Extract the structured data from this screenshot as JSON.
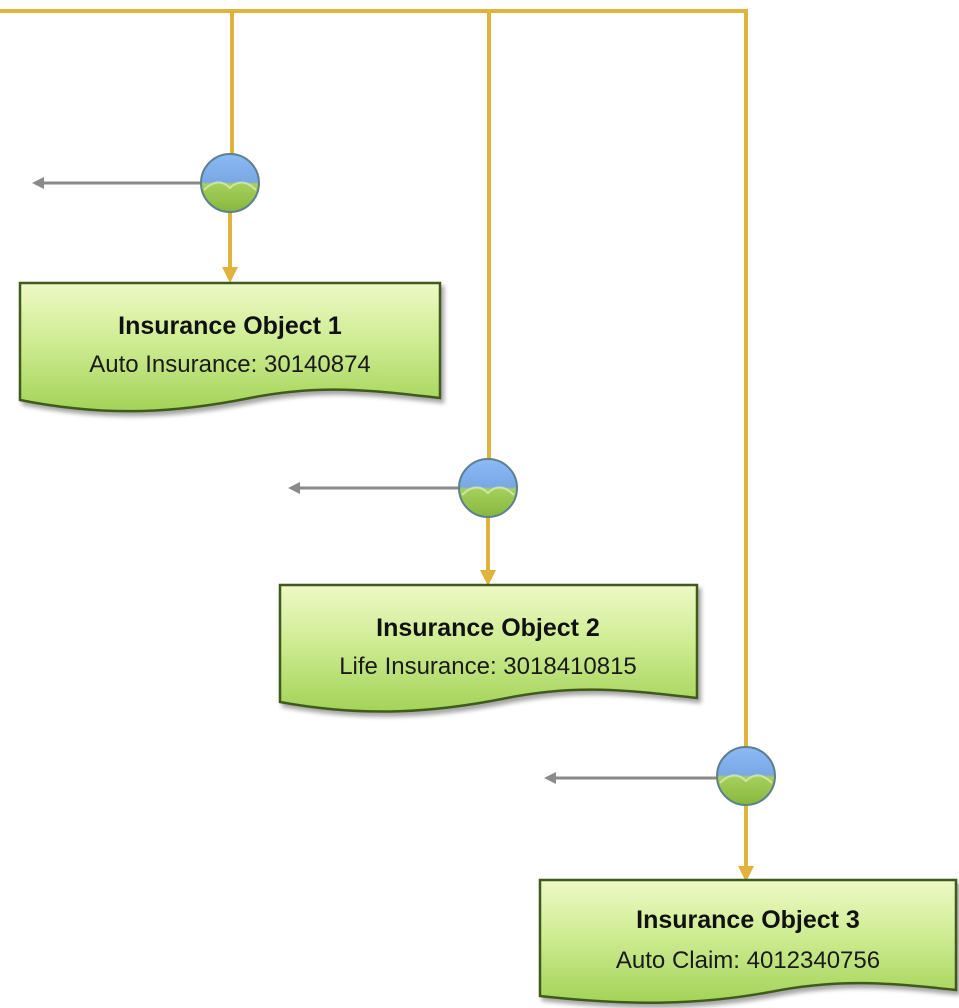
{
  "colors": {
    "connector": "#e0b43c",
    "branch_arrow": "#8a8a8a",
    "doc_fill_top": "#eef9c6",
    "doc_fill_bottom": "#a3d358",
    "doc_stroke": "#3f5a1a",
    "gateway_top": "#7fb0f0",
    "gateway_bottom": "#98c548"
  },
  "nodes": [
    {
      "title": "Insurance Object 1",
      "subtitle": "Auto Insurance: 30140874"
    },
    {
      "title": "Insurance Object 2",
      "subtitle": "Life Insurance: 3018410815"
    },
    {
      "title": "Insurance Object 3",
      "subtitle": "Auto Claim: 4012340756"
    }
  ],
  "gateway_icon": "gateway-circle-icon",
  "arrow_icon": "arrow-left-icon"
}
